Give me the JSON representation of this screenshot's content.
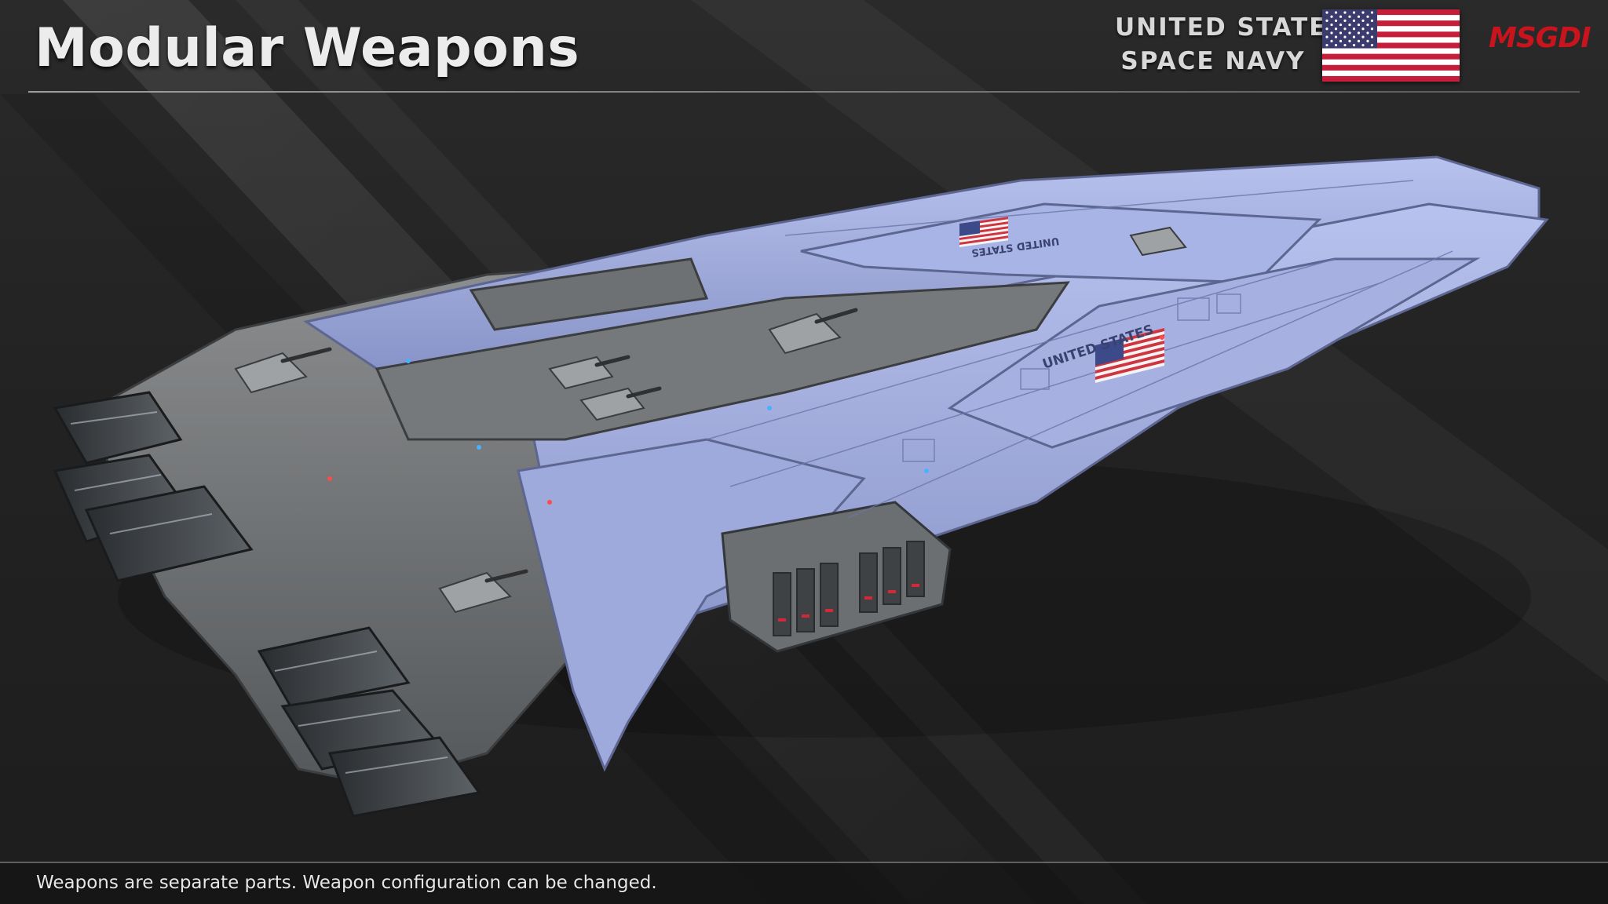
{
  "header": {
    "title": "Modular Weapons",
    "faction_line1": "UNITED STATES",
    "faction_line2": "SPACE NAVY",
    "brand": "MSGDI"
  },
  "flag": {
    "name": "us-flag-icon",
    "stripe_red": "#c41e3a",
    "stripe_white": "#ffffff",
    "canton_blue": "#3c3b6e"
  },
  "ship": {
    "hull_markings": [
      "UNITED STATES",
      "UNITED STATES"
    ],
    "hull_color": "#9aa6d8",
    "armor_color": "#7a7c7e"
  },
  "footer": {
    "caption": "Weapons are separate parts. Weapon configuration can be changed."
  },
  "colors": {
    "background": "#242424",
    "brand_red": "#c8141c",
    "text": "#ececec"
  }
}
